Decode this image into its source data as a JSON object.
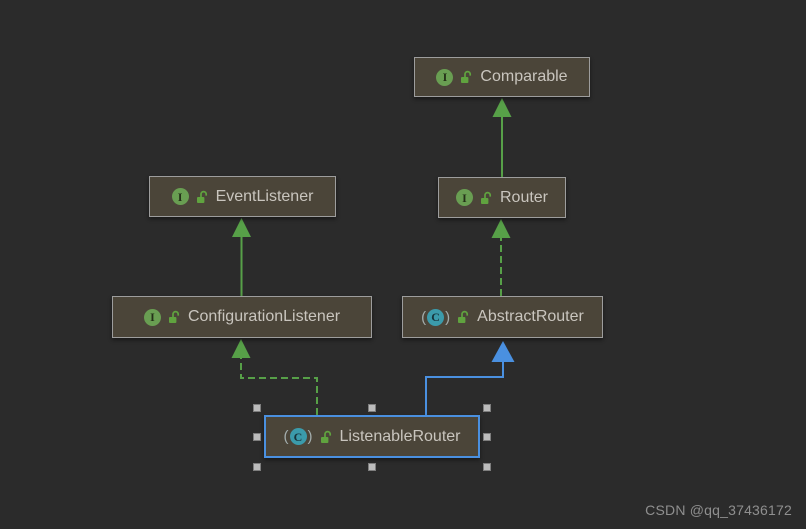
{
  "diagram": {
    "tool": "uml-class-diagram",
    "nodes": [
      {
        "label": "Comparable",
        "type": "interface",
        "icon_letter": "I",
        "selected": false
      },
      {
        "label": "EventListener",
        "type": "interface",
        "icon_letter": "I",
        "selected": false
      },
      {
        "label": "Router",
        "type": "interface",
        "icon_letter": "I",
        "selected": false
      },
      {
        "label": "ConfigurationListener",
        "type": "interface",
        "icon_letter": "I",
        "selected": false
      },
      {
        "label": "AbstractRouter",
        "type": "class",
        "icon_letter": "C",
        "selected": false
      },
      {
        "label": "ListenableRouter",
        "type": "class",
        "icon_letter": "C",
        "selected": true
      }
    ],
    "edges": [
      {
        "from": "ConfigurationListener",
        "to": "EventListener",
        "relation": "extends",
        "line": "solid",
        "color": "#57a048"
      },
      {
        "from": "Router",
        "to": "Comparable",
        "relation": "extends",
        "line": "solid",
        "color": "#57a048"
      },
      {
        "from": "AbstractRouter",
        "to": "Router",
        "relation": "implements",
        "line": "dashed",
        "color": "#57a048"
      },
      {
        "from": "ListenableRouter",
        "to": "ConfigurationListener",
        "relation": "implements",
        "line": "dashed",
        "color": "#57a048"
      },
      {
        "from": "ListenableRouter",
        "to": "AbstractRouter",
        "relation": "extends",
        "line": "solid",
        "color": "#4a90e0"
      }
    ],
    "colors": {
      "background": "#2b2b2b",
      "node_fill": "#4b4539",
      "node_border": "#9d9d9d",
      "selection_blue": "#4a90e0",
      "inheritance_green": "#57a048",
      "node_text": "#c9c5be",
      "interface_icon_green": "#699e52",
      "class_icon_teal": "#3b9bab",
      "lock_icon_green": "#60a33f"
    }
  },
  "watermark": {
    "text": "CSDN @qq_37436172"
  }
}
